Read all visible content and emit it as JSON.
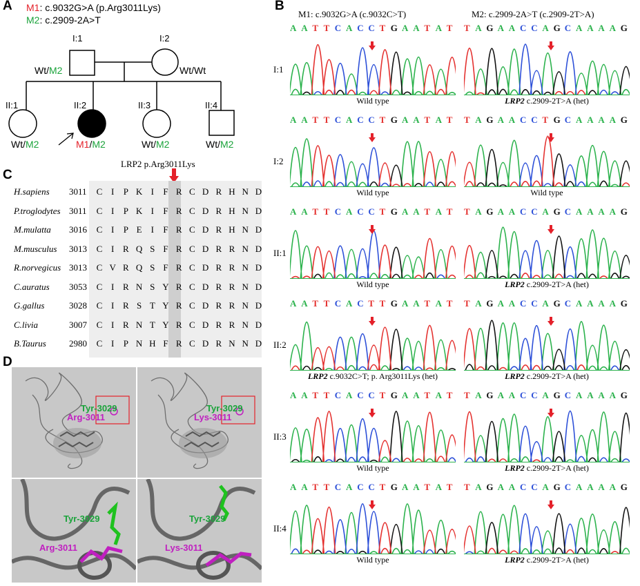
{
  "panel_labels": {
    "a": "A",
    "b": "B",
    "c": "C",
    "d": "D"
  },
  "panelA": {
    "m1_tag": "M1",
    "m1_text": ": c.9032G>A (p.Arg3011Lys)",
    "m2_tag": "M2",
    "m2_text": ": c.2909-2A>T",
    "members": [
      {
        "id": "I:1",
        "geno_wt": "Wt/",
        "geno_m": "M2"
      },
      {
        "id": "I:2",
        "geno_wt": "Wt/Wt",
        "geno_m": ""
      },
      {
        "id": "II:1",
        "geno_wt": "Wt/",
        "geno_m": "M2"
      },
      {
        "id": "II:2",
        "geno_m1": "M1",
        "geno_sep": "/",
        "geno_m": "M2"
      },
      {
        "id": "II:3",
        "geno_wt": "Wt/",
        "geno_m": "M2"
      },
      {
        "id": "II:4",
        "geno_wt": "Wt/",
        "geno_m": "M2"
      }
    ]
  },
  "panelC": {
    "title": "LRP2 p.Arg3011Lys",
    "rows": [
      {
        "species": "H.sapiens",
        "num": "3011",
        "seq": [
          "C",
          "I",
          "P",
          "K",
          "I",
          "F",
          "R",
          "C",
          "D",
          "R",
          "H",
          "N",
          "D"
        ]
      },
      {
        "species": "P.troglodytes",
        "num": "3011",
        "seq": [
          "C",
          "I",
          "P",
          "K",
          "I",
          "F",
          "R",
          "C",
          "D",
          "R",
          "H",
          "N",
          "D"
        ]
      },
      {
        "species": "M.mulatta",
        "num": "3016",
        "seq": [
          "C",
          "I",
          "P",
          "E",
          "I",
          "F",
          "R",
          "C",
          "D",
          "R",
          "H",
          "N",
          "D"
        ]
      },
      {
        "species": "M.musculus",
        "num": "3013",
        "seq": [
          "C",
          "I",
          "R",
          "Q",
          "S",
          "F",
          "R",
          "C",
          "D",
          "R",
          "R",
          "N",
          "D"
        ]
      },
      {
        "species": "R.norvegicus",
        "num": "3013",
        "seq": [
          "C",
          "V",
          "R",
          "Q",
          "S",
          "F",
          "R",
          "C",
          "D",
          "R",
          "R",
          "N",
          "D"
        ]
      },
      {
        "species": "C.auratus",
        "num": "3053",
        "seq": [
          "C",
          "I",
          "R",
          "N",
          "S",
          "Y",
          "R",
          "C",
          "D",
          "R",
          "R",
          "N",
          "D"
        ]
      },
      {
        "species": "G.gallus",
        "num": "3028",
        "seq": [
          "C",
          "I",
          "R",
          "S",
          "T",
          "Y",
          "R",
          "C",
          "D",
          "R",
          "R",
          "N",
          "D"
        ]
      },
      {
        "species": "C.livia",
        "num": "3007",
        "seq": [
          "C",
          "I",
          "R",
          "N",
          "T",
          "Y",
          "R",
          "C",
          "D",
          "R",
          "R",
          "N",
          "D"
        ]
      },
      {
        "species": "B.Taurus",
        "num": "2980",
        "seq": [
          "C",
          "I",
          "P",
          "N",
          "H",
          "F",
          "R",
          "C",
          "D",
          "R",
          "N",
          "N",
          "D"
        ]
      }
    ]
  },
  "panelB": {
    "m1_header": "M1: c.9032G>A (c.9032C>T)",
    "m2_header": "M2: c.2909-2A>T (c.2909-2T>A)",
    "rows": [
      {
        "id": "I:1",
        "seq_left": "AATTCACCTGAATAT",
        "seq_right": "TAGAACCAGCAAAAG",
        "cap_left_i": "",
        "cap_left": "Wild type",
        "cap_right_i": "LRP2",
        "cap_right": " c.2909-2T>A (het)"
      },
      {
        "id": "I:2",
        "seq_left": "AATTCACCTGAATAT",
        "seq_right": "TAGAACCTGCAAAAG",
        "cap_left_i": "",
        "cap_left": "Wild type",
        "cap_right_i": "",
        "cap_right": "Wild type"
      },
      {
        "id": "II:1",
        "seq_left": "AATTCACCTGAATAT",
        "seq_right": "TAGAACCAGCAAAAG",
        "cap_left_i": "",
        "cap_left": "Wild type",
        "cap_right_i": "LRP2",
        "cap_right": " c.2909-2T>A (het)"
      },
      {
        "id": "II:2",
        "seq_left": "AATTCACTTGAATAT",
        "seq_right": "TAGAACCAGCAAAAG",
        "cap_left_i": "LRP2",
        "cap_left": " c.9032C>T; p. Arg3011Lys  (het)",
        "cap_right_i": "LRP2",
        "cap_right": " c.2909-2T>A (het)"
      },
      {
        "id": "II:3",
        "seq_left": "AATTCACCTGAATAT",
        "seq_right": "TAGAACCAGCAAAAG",
        "cap_left_i": "",
        "cap_left": "Wild type",
        "cap_right_i": "LRP2",
        "cap_right": " c.2909-2T>A (het)"
      },
      {
        "id": "II:4",
        "seq_left": "AATTCACCTGAATAT",
        "seq_right": "TAGAACCAGCAAAAG",
        "cap_left_i": "",
        "cap_left": "Wild type",
        "cap_right_i": "LRP2",
        "cap_right": " c.2909-2T>A (het)"
      }
    ]
  },
  "panelD": {
    "tl": {
      "green": "Tyr-3029",
      "mag": "Arg-3011"
    },
    "tr": {
      "green": "Tyr-3029",
      "mag": "Lys-3011"
    },
    "bl": {
      "green": "Tyr-3029",
      "mag": "Arg-3011"
    },
    "br": {
      "green": "Tyr-3029",
      "mag": "Lys-3011"
    }
  },
  "colors": {
    "A": "#2bb24c",
    "C": "#2d50d8",
    "G": "#111111",
    "T": "#e4312f",
    "mutant_red": "#e4212a",
    "wt_green": "#1aa33a",
    "magenta": "#c020c0"
  }
}
